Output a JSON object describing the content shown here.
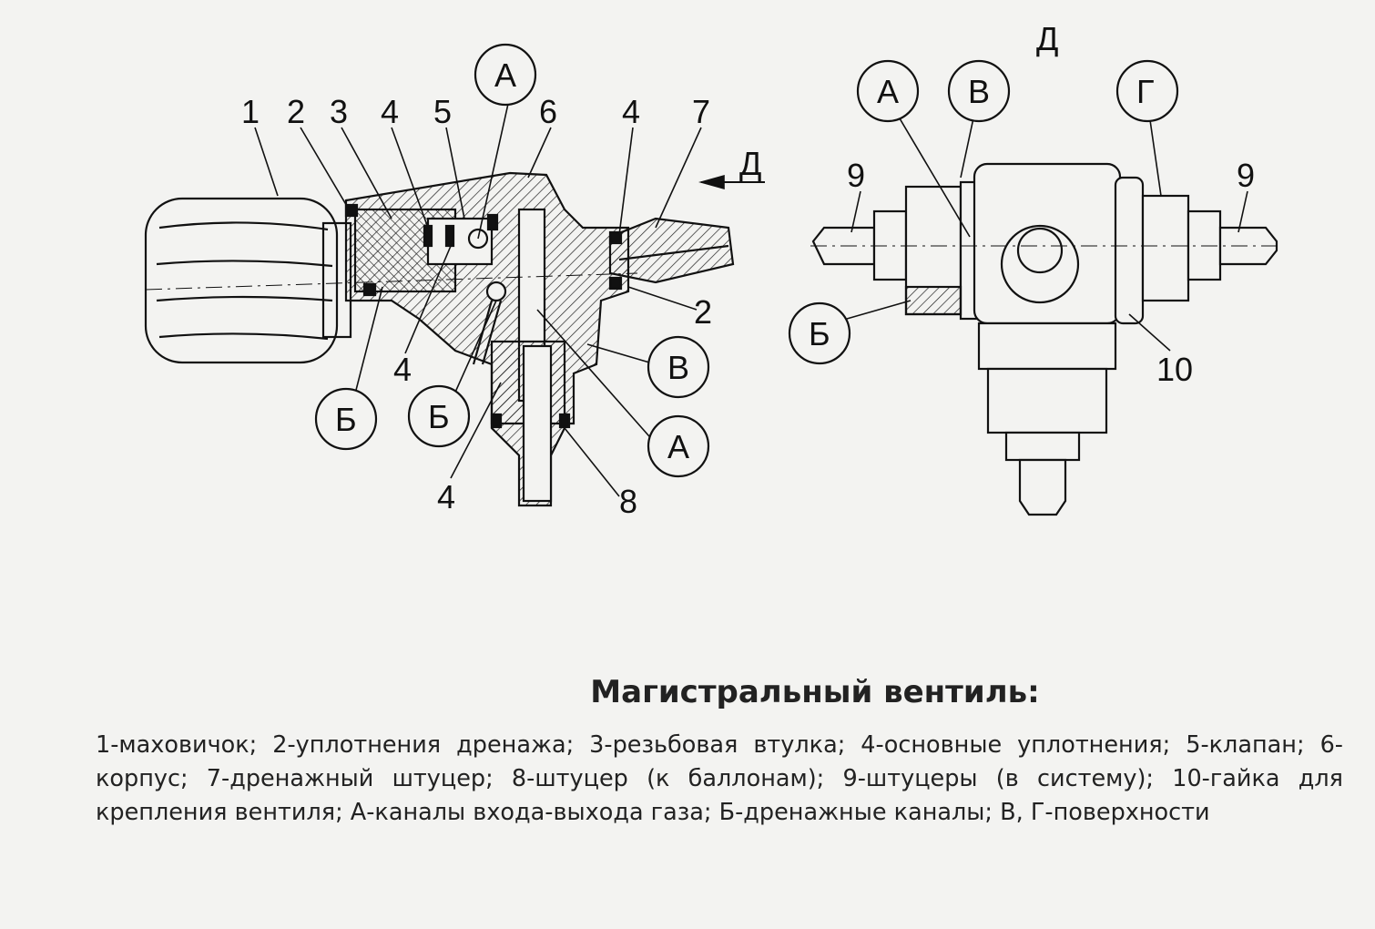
{
  "diagram": {
    "section_view": {
      "numbers": [
        "1",
        "2",
        "3",
        "4",
        "5",
        "6",
        "4",
        "7",
        "2",
        "4",
        "4",
        "8"
      ],
      "letters": [
        "А",
        "Б",
        "Б",
        "В",
        "А"
      ],
      "view_arrow": "Д"
    },
    "side_view": {
      "title": "Д",
      "letters": [
        "А",
        "В",
        "Г",
        "Б"
      ],
      "numbers": [
        "9",
        "9",
        "10"
      ]
    }
  },
  "caption": {
    "title": "Магистральный вентиль:",
    "text": "1-маховичок; 2-уплотнения дренажа; 3-резьбовая втулка; 4-основные уплотнения; 5-клапан; 6-корпус; 7-дренажный штуцер; 8-штуцер (к баллонам); 9-штуцеры (в систему); 10-гайка для крепления вентиля;  А-каналы входа-выхода газа; Б-дренажные каналы; В, Г-поверхности"
  }
}
